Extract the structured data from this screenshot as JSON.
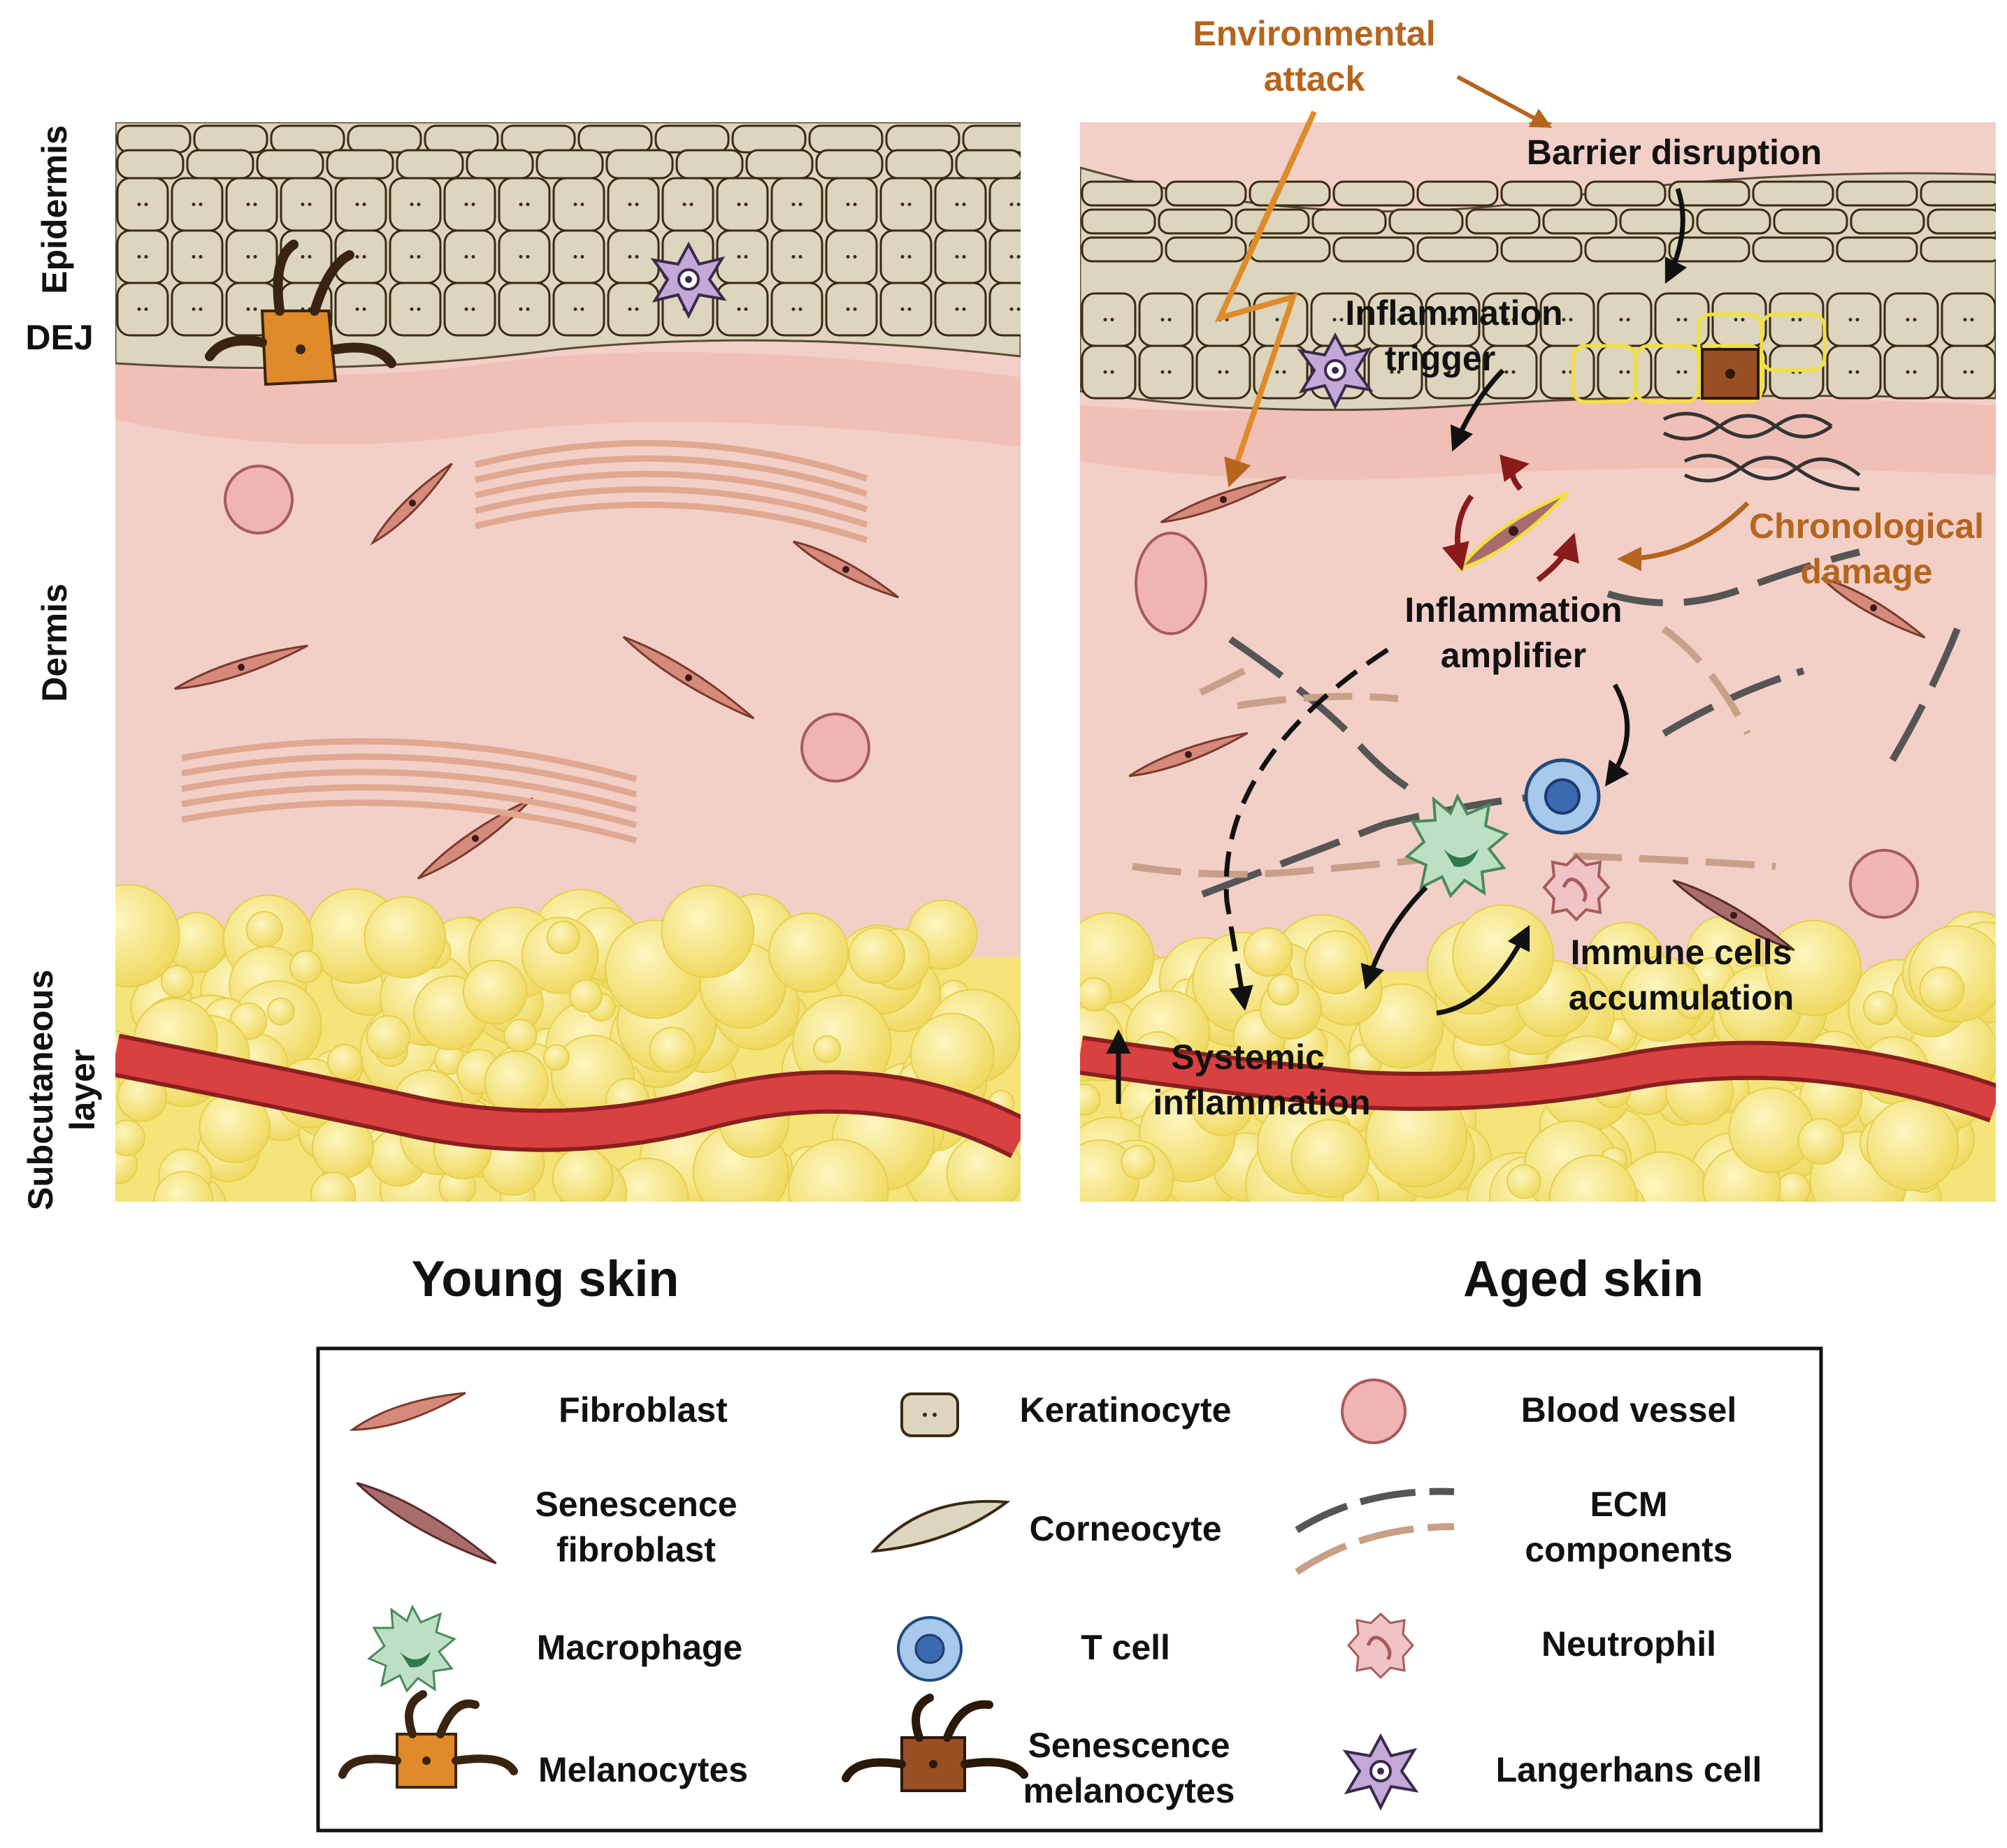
{
  "side_labels": {
    "epidermis": "Epidermis",
    "dej": "DEJ",
    "dermis": "Dermis",
    "subcutaneous_1": "Subcutaneous",
    "subcutaneous_2": "layer"
  },
  "panels": {
    "young_title": "Young skin",
    "aged_title": "Aged skin"
  },
  "annotations": {
    "environmental_attack_1": "Environmental",
    "environmental_attack_2": "attack",
    "barrier_disruption": "Barrier disruption",
    "inflammation_trigger_1": "Inflammation",
    "inflammation_trigger_2": "trigger",
    "chronological_damage_1": "Chronological",
    "chronological_damage_2": "damage",
    "inflammation_amplifier_1": "Inflammation",
    "inflammation_amplifier_2": "amplifier",
    "immune_cells_1": "Immune cells",
    "immune_cells_2": "accumulation",
    "systemic_1": "Systemic",
    "systemic_2": "inflammation"
  },
  "legend": {
    "fibroblast": "Fibroblast",
    "keratinocyte": "Keratinocyte",
    "blood_vessel": "Blood vessel",
    "senescence_fibroblast_1": "Senescence",
    "senescence_fibroblast_2": "fibroblast",
    "corneocyte": "Corneocyte",
    "ecm_1": "ECM",
    "ecm_2": "components",
    "macrophage": "Macrophage",
    "t_cell": "T cell",
    "neutrophil": "Neutrophil",
    "melanocytes": "Melanocytes",
    "senescence_melanocytes_1": "Senescence",
    "senescence_melanocytes_2": "melanocytes",
    "langerhans": "Langerhans cell"
  },
  "colors": {
    "epidermis_cell": "#ddd5bd",
    "dermis": "#f2d0c8",
    "fibroblast": "#d68a7c",
    "senescence_fibroblast": "#a86c6c",
    "fat": "#f4e47a",
    "vessel": "#d94040",
    "accent_orange": "#b5651d",
    "melanocyte": "#e08a2a",
    "senescence_melanocyte": "#9a4e24",
    "macrophage": "#bde0c4",
    "t_cell": "#a8c8ec",
    "neutrophil": "#f0c4c4",
    "langerhans": "#c4a8d8"
  }
}
